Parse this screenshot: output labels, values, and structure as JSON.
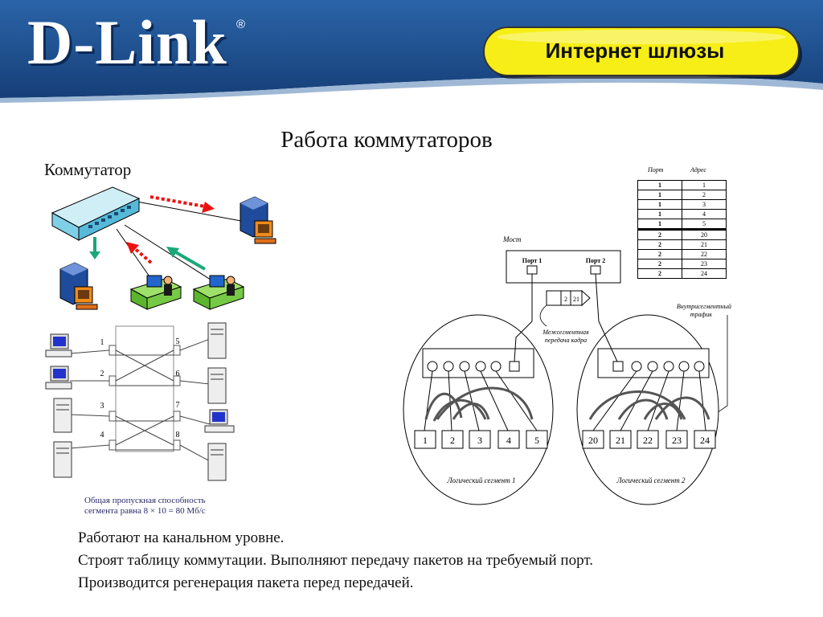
{
  "header": {
    "logo_text": "D-Link",
    "logo_mark": "®",
    "banner": "Интернет шлюзы",
    "colors": {
      "header_blue": "#1d4f8e",
      "pill_yellow": "#f6ee16"
    }
  },
  "slide": {
    "title": "Работа коммутаторов",
    "switch_label": "Коммутатор",
    "caption_line1": "Общая пропускная способность",
    "caption_line2": "сегмента равна 8 × 10 = 80 Мб/с"
  },
  "switch_diagram": {
    "left_ports": [
      "1",
      "2",
      "3",
      "4"
    ],
    "right_ports": [
      "5",
      "6",
      "7",
      "8"
    ]
  },
  "bridge_diagram": {
    "bridge_label": "Мост",
    "port1": "Порт 1",
    "port2": "Порт 2",
    "frame_nums": [
      "2",
      "21"
    ],
    "inter_label_1": "Межсегментная",
    "inter_label_2": "передача кадра",
    "intra_label_1": "Внутрисегментный",
    "intra_label_2": "трафик",
    "segment1_label": "Логический сегмент 1",
    "segment2_label": "Логический сегмент 2",
    "seg1_nodes": [
      "1",
      "2",
      "3",
      "4",
      "5"
    ],
    "seg2_nodes": [
      "20",
      "21",
      "22",
      "23",
      "24"
    ]
  },
  "address_table": {
    "col_port": "Порт",
    "col_address": "Адрес",
    "rows": [
      [
        "1",
        "1"
      ],
      [
        "1",
        "2"
      ],
      [
        "1",
        "3"
      ],
      [
        "1",
        "4"
      ],
      [
        "1",
        "5"
      ],
      [
        "2",
        "20"
      ],
      [
        "2",
        "21"
      ],
      [
        "2",
        "22"
      ],
      [
        "2",
        "23"
      ],
      [
        "2",
        "24"
      ]
    ]
  },
  "bullets": [
    "Работают на канальном уровне.",
    "Строят таблицу коммутации. Выполняют передачу пакетов на требуемый порт.",
    "Производится регенерация пакета перед передачей."
  ]
}
